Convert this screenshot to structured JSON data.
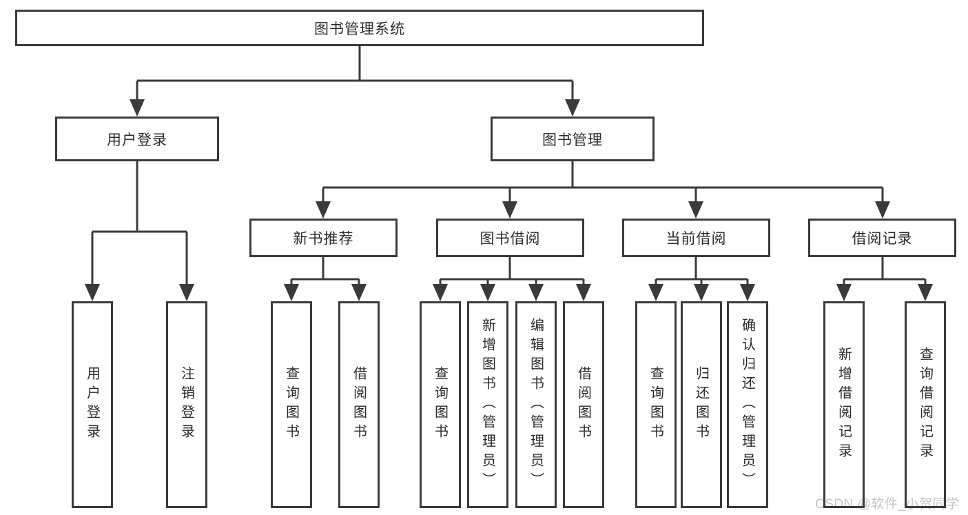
{
  "colors": {
    "line": "#3a3a3a",
    "box_border": "#3a3a3a",
    "text": "#2b2b2b",
    "background": "#ffffff",
    "watermark": "#c9c2c3"
  },
  "nodes": {
    "root": {
      "label": "图书管理系统"
    },
    "user_login": {
      "label": "用户登录"
    },
    "book_mgmt": {
      "label": "图书管理"
    },
    "new_book_rec": {
      "label": "新书推荐"
    },
    "book_borrow": {
      "label": "图书借阅"
    },
    "current_borrow": {
      "label": "当前借阅"
    },
    "borrow_records": {
      "label": "借阅记录"
    },
    "user_login_leaf": {
      "label": "用户登录"
    },
    "logout_leaf": {
      "label": "注销登录"
    },
    "nb_query_books": {
      "label": "查询图书"
    },
    "nb_borrow_books": {
      "label": "借阅图书"
    },
    "bb_query_books": {
      "label": "查询图书"
    },
    "bb_add_books": {
      "label": "新增图书（管理员）"
    },
    "bb_edit_books": {
      "label": "编辑图书（管理员）"
    },
    "bb_borrow_books": {
      "label": "借阅图书"
    },
    "cb_query_books": {
      "label": "查询图书"
    },
    "cb_return_books": {
      "label": "归还图书"
    },
    "cb_confirm_return": {
      "label": "确认归还（管理员）"
    },
    "br_add_record": {
      "label": "新增借阅记录"
    },
    "br_query_record": {
      "label": "查询借阅记录"
    }
  },
  "hierarchy": {
    "图书管理系统": {
      "用户登录": [
        "用户登录",
        "注销登录"
      ],
      "图书管理": {
        "新书推荐": [
          "查询图书",
          "借阅图书"
        ],
        "图书借阅": [
          "查询图书",
          "新增图书（管理员）",
          "编辑图书（管理员）",
          "借阅图书"
        ],
        "当前借阅": [
          "查询图书",
          "归还图书",
          "确认归还（管理员）"
        ],
        "借阅记录": [
          "新增借阅记录",
          "查询借阅记录"
        ]
      }
    }
  },
  "watermark": {
    "text": "CSDN @软件_小贺同学"
  }
}
